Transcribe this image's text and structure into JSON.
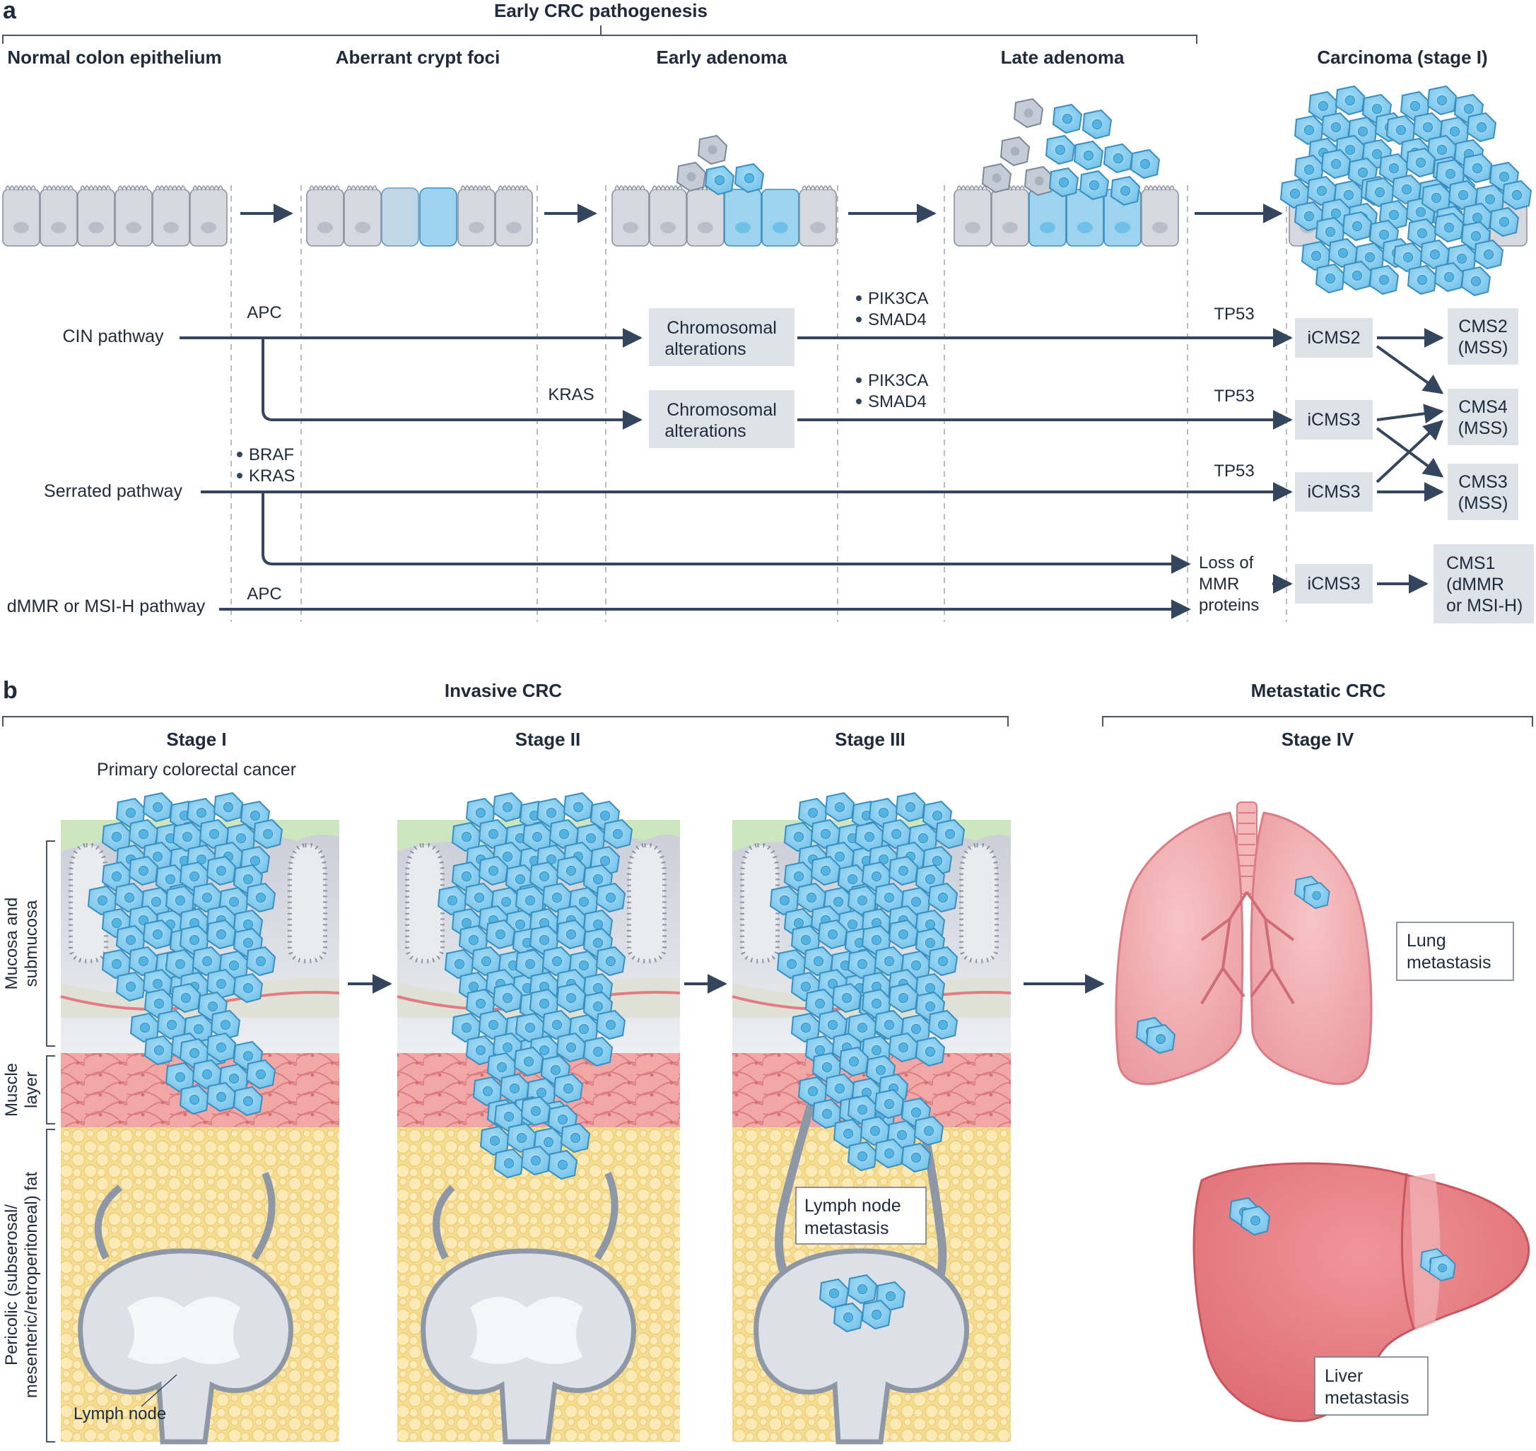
{
  "panel_a": {
    "letter": "a",
    "group_title": "Early CRC pathogenesis",
    "stages": [
      "Normal colon epithelium",
      "Aberrant crypt foci",
      "Early adenoma",
      "Late adenoma",
      "Carcinoma (stage I)"
    ],
    "pathways": {
      "cin": "CIN pathway",
      "serrated": "Serrated pathway",
      "dmmr": "dMMR or MSI-H pathway"
    },
    "labels": {
      "apc_top": "APC",
      "apc_bottom": "APC",
      "kras": "KRAS",
      "braf_bullet": "BRAF",
      "kras_bullet": "KRAS",
      "pik3ca_1": "PIK3CA",
      "smad4_1": "SMAD4",
      "pik3ca_2": "PIK3CA",
      "smad4_2": "SMAD4",
      "tp53_1": "TP53",
      "tp53_2": "TP53",
      "tp53_3": "TP53",
      "loss_mmr": [
        "Loss of",
        "MMR",
        "proteins"
      ]
    },
    "boxes": {
      "chromo_1": [
        "Chromosomal",
        "alterations"
      ],
      "chromo_2": [
        "Chromosomal",
        "alterations"
      ],
      "icms_1": "iCMS2",
      "icms_2": "iCMS3",
      "icms_3": "iCMS3",
      "icms_4": "iCMS3",
      "cms2": [
        "CMS2",
        "(MSS)"
      ],
      "cms4": [
        "CMS4",
        "(MSS)"
      ],
      "cms3": [
        "CMS3",
        "(MSS)"
      ],
      "cms1": [
        "CMS1",
        "(dMMR",
        "or MSI-H)"
      ]
    }
  },
  "panel_b": {
    "letter": "b",
    "invasive_title": "Invasive CRC",
    "metastatic_title": "Metastatic CRC",
    "stages": [
      "Stage I",
      "Stage II",
      "Stage III",
      "Stage IV"
    ],
    "primary_label": "Primary colorectal cancer",
    "layer_labels": {
      "mucosa": [
        "Mucosa and",
        "submucosa"
      ],
      "muscle": [
        "Muscle",
        "layer"
      ],
      "fat": [
        "Pericolic (subserosal/",
        "mesenteric/retroperitoneal) fat"
      ]
    },
    "lymph_node_label": "Lymph node",
    "ln_metastasis": [
      "Lymph node",
      "metastasis"
    ],
    "lung_metastasis": [
      "Lung",
      "metastasis"
    ],
    "liver_metastasis": [
      "Liver",
      "metastasis"
    ]
  },
  "colors": {
    "ink": "#1f2a3a",
    "arrow": "#34465e",
    "box": "#dde2e8",
    "tumour": "#8fd0f0",
    "tumour_edge": "#3a8fbf",
    "epithelium": "#d5d8de",
    "muscle": "#f0a6a6",
    "fat": "#f7e3a0",
    "lung": "#f2b1b4",
    "liver": "#e6797e"
  }
}
